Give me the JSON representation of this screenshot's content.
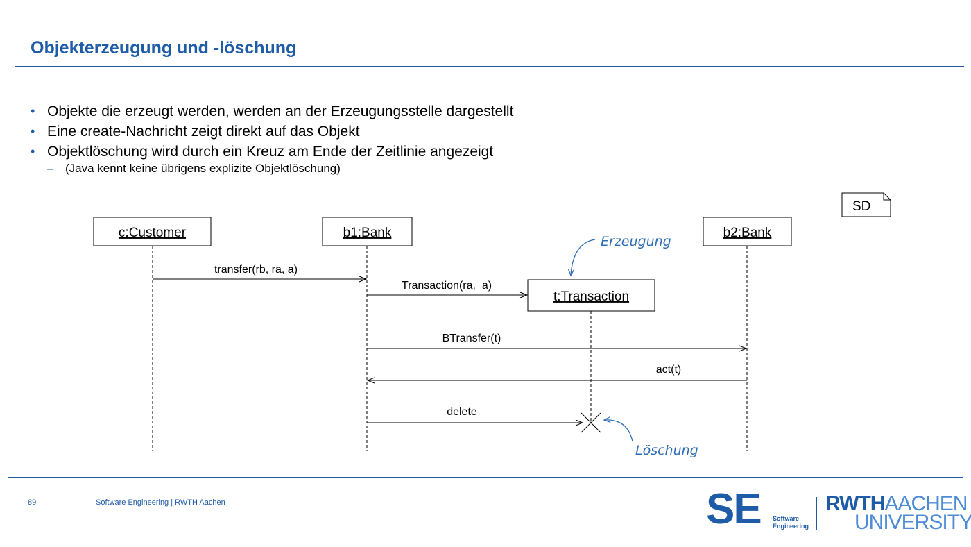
{
  "slide": {
    "title": "Objekterzeugung und -löschung",
    "bullets": [
      "Objekte die erzeugt werden, werden an der Erzeugungsstelle dargestellt",
      "Eine create-Nachricht zeigt direkt auf das Objekt",
      "Objektlöschung wird durch ein Kreuz am Ende der Zeitlinie angezeigt"
    ],
    "sub_bullet": "(Java kennt keine übrigens explizite Objektlöschung)"
  },
  "diagram": {
    "frame_label": "SD",
    "lifelines": [
      "c:Customer",
      "b1:Bank",
      "t:Transaction",
      "b2:Bank"
    ],
    "messages": [
      {
        "label": "transfer(rb, ra, a)",
        "from": "c:Customer",
        "to": "b1:Bank"
      },
      {
        "label": "Transaction(ra,  a)",
        "from": "b1:Bank",
        "to": "t:Transaction"
      },
      {
        "label": "BTransfer(t)",
        "from": "b1:Bank",
        "to": "b2:Bank"
      },
      {
        "label": "act(t)",
        "from": "b2:Bank",
        "to": "b1:Bank"
      },
      {
        "label": "delete",
        "from": "b1:Bank",
        "to": "t:Transaction"
      }
    ],
    "annotations": {
      "creation": "Erzeugung",
      "deletion": "Löschung"
    },
    "colors": {
      "accent": "#1f5ca8",
      "annotation": "#2e6db4"
    }
  },
  "footer": {
    "page_number": "89",
    "text": "Software Engineering  |  RWTH Aachen",
    "se_logo": {
      "letters": "SE",
      "line1": "Software",
      "line2": "Engineering"
    },
    "rwth_logo": {
      "line1_bold": "RWTH",
      "line1_light": "AACHEN",
      "line2": "UNIVERSITY"
    }
  }
}
